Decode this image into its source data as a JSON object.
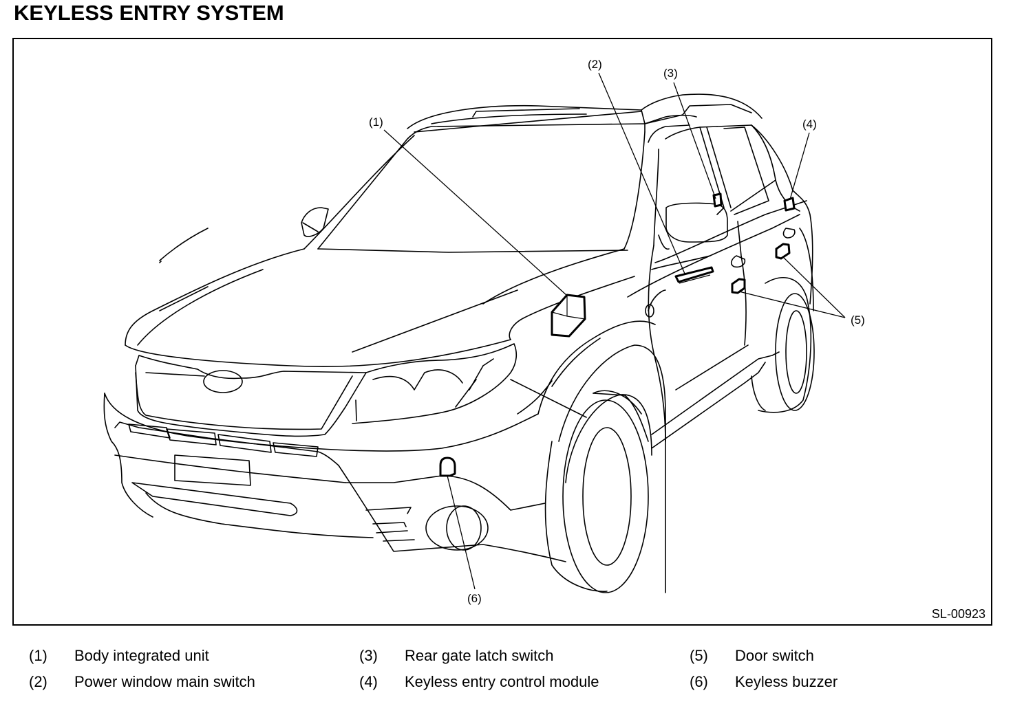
{
  "title": "KEYLESS ENTRY SYSTEM",
  "figure_code": "SL-00923",
  "callouts": [
    {
      "id": 1,
      "label": "(1)"
    },
    {
      "id": 2,
      "label": "(2)"
    },
    {
      "id": 3,
      "label": "(3)"
    },
    {
      "id": 4,
      "label": "(4)"
    },
    {
      "id": 5,
      "label": "(5)"
    },
    {
      "id": 6,
      "label": "(6)"
    }
  ],
  "legend": [
    {
      "num": "(1)",
      "text": "Body integrated unit"
    },
    {
      "num": "(2)",
      "text": "Power window main switch"
    },
    {
      "num": "(3)",
      "text": "Rear gate latch switch"
    },
    {
      "num": "(4)",
      "text": "Keyless entry control module"
    },
    {
      "num": "(5)",
      "text": "Door switch"
    },
    {
      "num": "(6)",
      "text": "Keyless buzzer"
    }
  ]
}
